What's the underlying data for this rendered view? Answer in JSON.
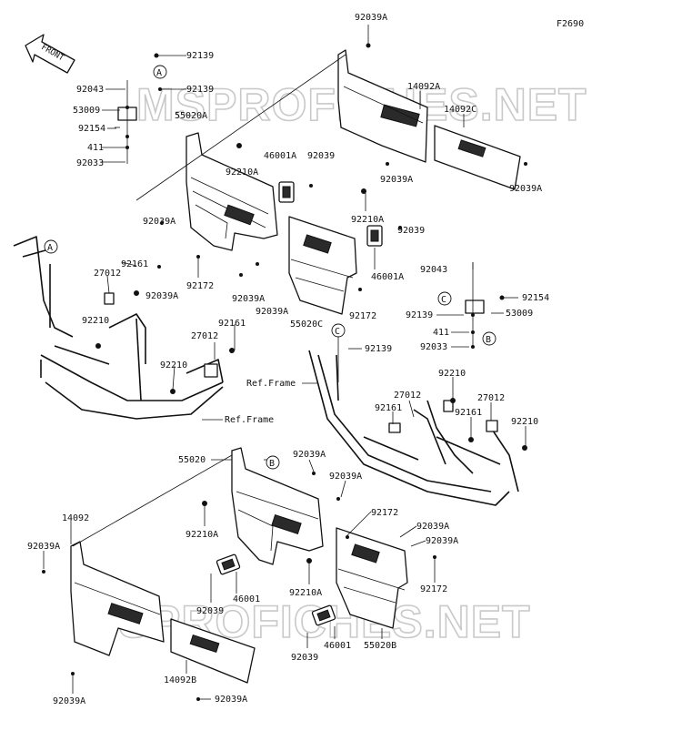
{
  "figure_code": "F2690",
  "front_arrow_label": "FRONT",
  "watermark_text": "MSPROFICHES.NET",
  "ref_frame_label": "Ref.Frame",
  "callouts": {
    "A": "A",
    "B": "B",
    "C": "C"
  },
  "part_labels": {
    "l_92039A_top": "92039A",
    "l_92139_a": "92139",
    "l_92139_b": "92139",
    "l_92043_left": "92043",
    "l_53009_left": "53009",
    "l_92154_left": "92154",
    "l_411_left": "411",
    "l_92033_left": "92033",
    "l_55020A": "55020A",
    "l_92210A_a": "92210A",
    "l_46001A_a": "46001A",
    "l_92039_a": "92039",
    "l_14092A": "14092A",
    "l_14092C": "14092C",
    "l_92039A_b": "92039A",
    "l_92039A_c": "92039A",
    "l_92210A_b": "92210A",
    "l_92039_b": "92039",
    "l_92039A_d": "92039A",
    "l_92161_a": "92161",
    "l_27012_a": "27012",
    "l_92039A_e": "92039A",
    "l_92172_a": "92172",
    "l_92039A_f": "92039A",
    "l_92039A_g": "92039A",
    "l_46001A_b": "46001A",
    "l_55020C": "55020C",
    "l_92172_b": "92172",
    "l_92043_right": "92043",
    "l_92154_right": "92154",
    "l_53009_right": "53009",
    "l_92139_c": "92139",
    "l_411_right": "411",
    "l_92033_right": "92033",
    "l_92210_a": "92210",
    "l_92161_b": "92161",
    "l_27012_b": "27012",
    "l_92210_b": "92210",
    "l_92139_d": "92139",
    "l_92210_c": "92210",
    "l_27012_c": "27012",
    "l_27012_d": "27012",
    "l_92161_c": "92161",
    "l_92161_d": "92161",
    "l_92210_d": "92210",
    "l_55020": "55020",
    "l_92039A_h": "92039A",
    "l_92039A_i": "92039A",
    "l_92172_c": "92172",
    "l_92039A_j": "92039A",
    "l_92039A_k": "92039A",
    "l_92210A_c": "92210A",
    "l_14092": "14092",
    "l_92039A_l": "92039A",
    "l_92039_c": "92039",
    "l_46001_a": "46001",
    "l_92210A_d": "92210A",
    "l_92172_d": "92172",
    "l_92039_d": "92039",
    "l_46001_b": "46001",
    "l_55020B": "55020B",
    "l_14092B": "14092B",
    "l_92039A_m": "92039A",
    "l_92039A_n": "92039A"
  }
}
